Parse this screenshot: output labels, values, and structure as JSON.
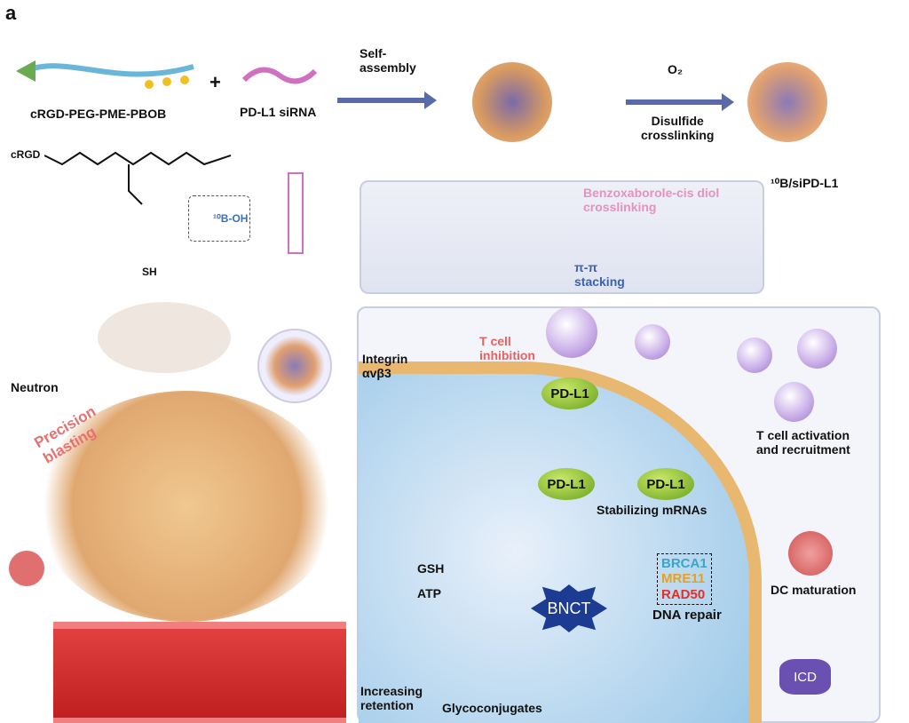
{
  "panel_label": "a",
  "top": {
    "polymer_label": "cRGD-PEG-PME-PBOB",
    "plus": "+",
    "sirna_label": "PD-L1 siRNA",
    "self_assembly": "Self-\nassembly",
    "o2": "O₂",
    "disulfide": "Disulfide\ncrosslinking",
    "product": "¹⁰B/siPD-L1",
    "chem_prefix": "cRGD",
    "chem_sh": "SH",
    "chem_boh": "¹⁰B-OH"
  },
  "inset": {
    "crosslink": "Benzoxaborole-cis diol\ncrosslinking",
    "stacking": "π-π\nstacking"
  },
  "left": {
    "neutron": "Neutron",
    "blasting": "Precision\nblasting"
  },
  "cell": {
    "integrin": "Integrin\nαvβ3",
    "tcell_inhibition": "T cell\ninhibition",
    "pdl1_membrane": "PD-L1",
    "pdl1_center": "PD-L1",
    "pdl1_right": "PD-L1",
    "stabilizing": "Stabilizing mRNAs",
    "genes": [
      "BRCA1",
      "MRE11",
      "RAD50"
    ],
    "gene_colors": [
      "#3aa5c8",
      "#e8a020",
      "#e0302a"
    ],
    "dna_repair": "DNA repair",
    "bnct": "BNCT",
    "gsh": "GSH",
    "atp": "ATP",
    "retention": "Increasing\nretention",
    "glyco": "Glycoconjugates",
    "icd": "ICD",
    "dc": "DC maturation",
    "tcell_activation": "T cell activation\nand recruitment"
  }
}
